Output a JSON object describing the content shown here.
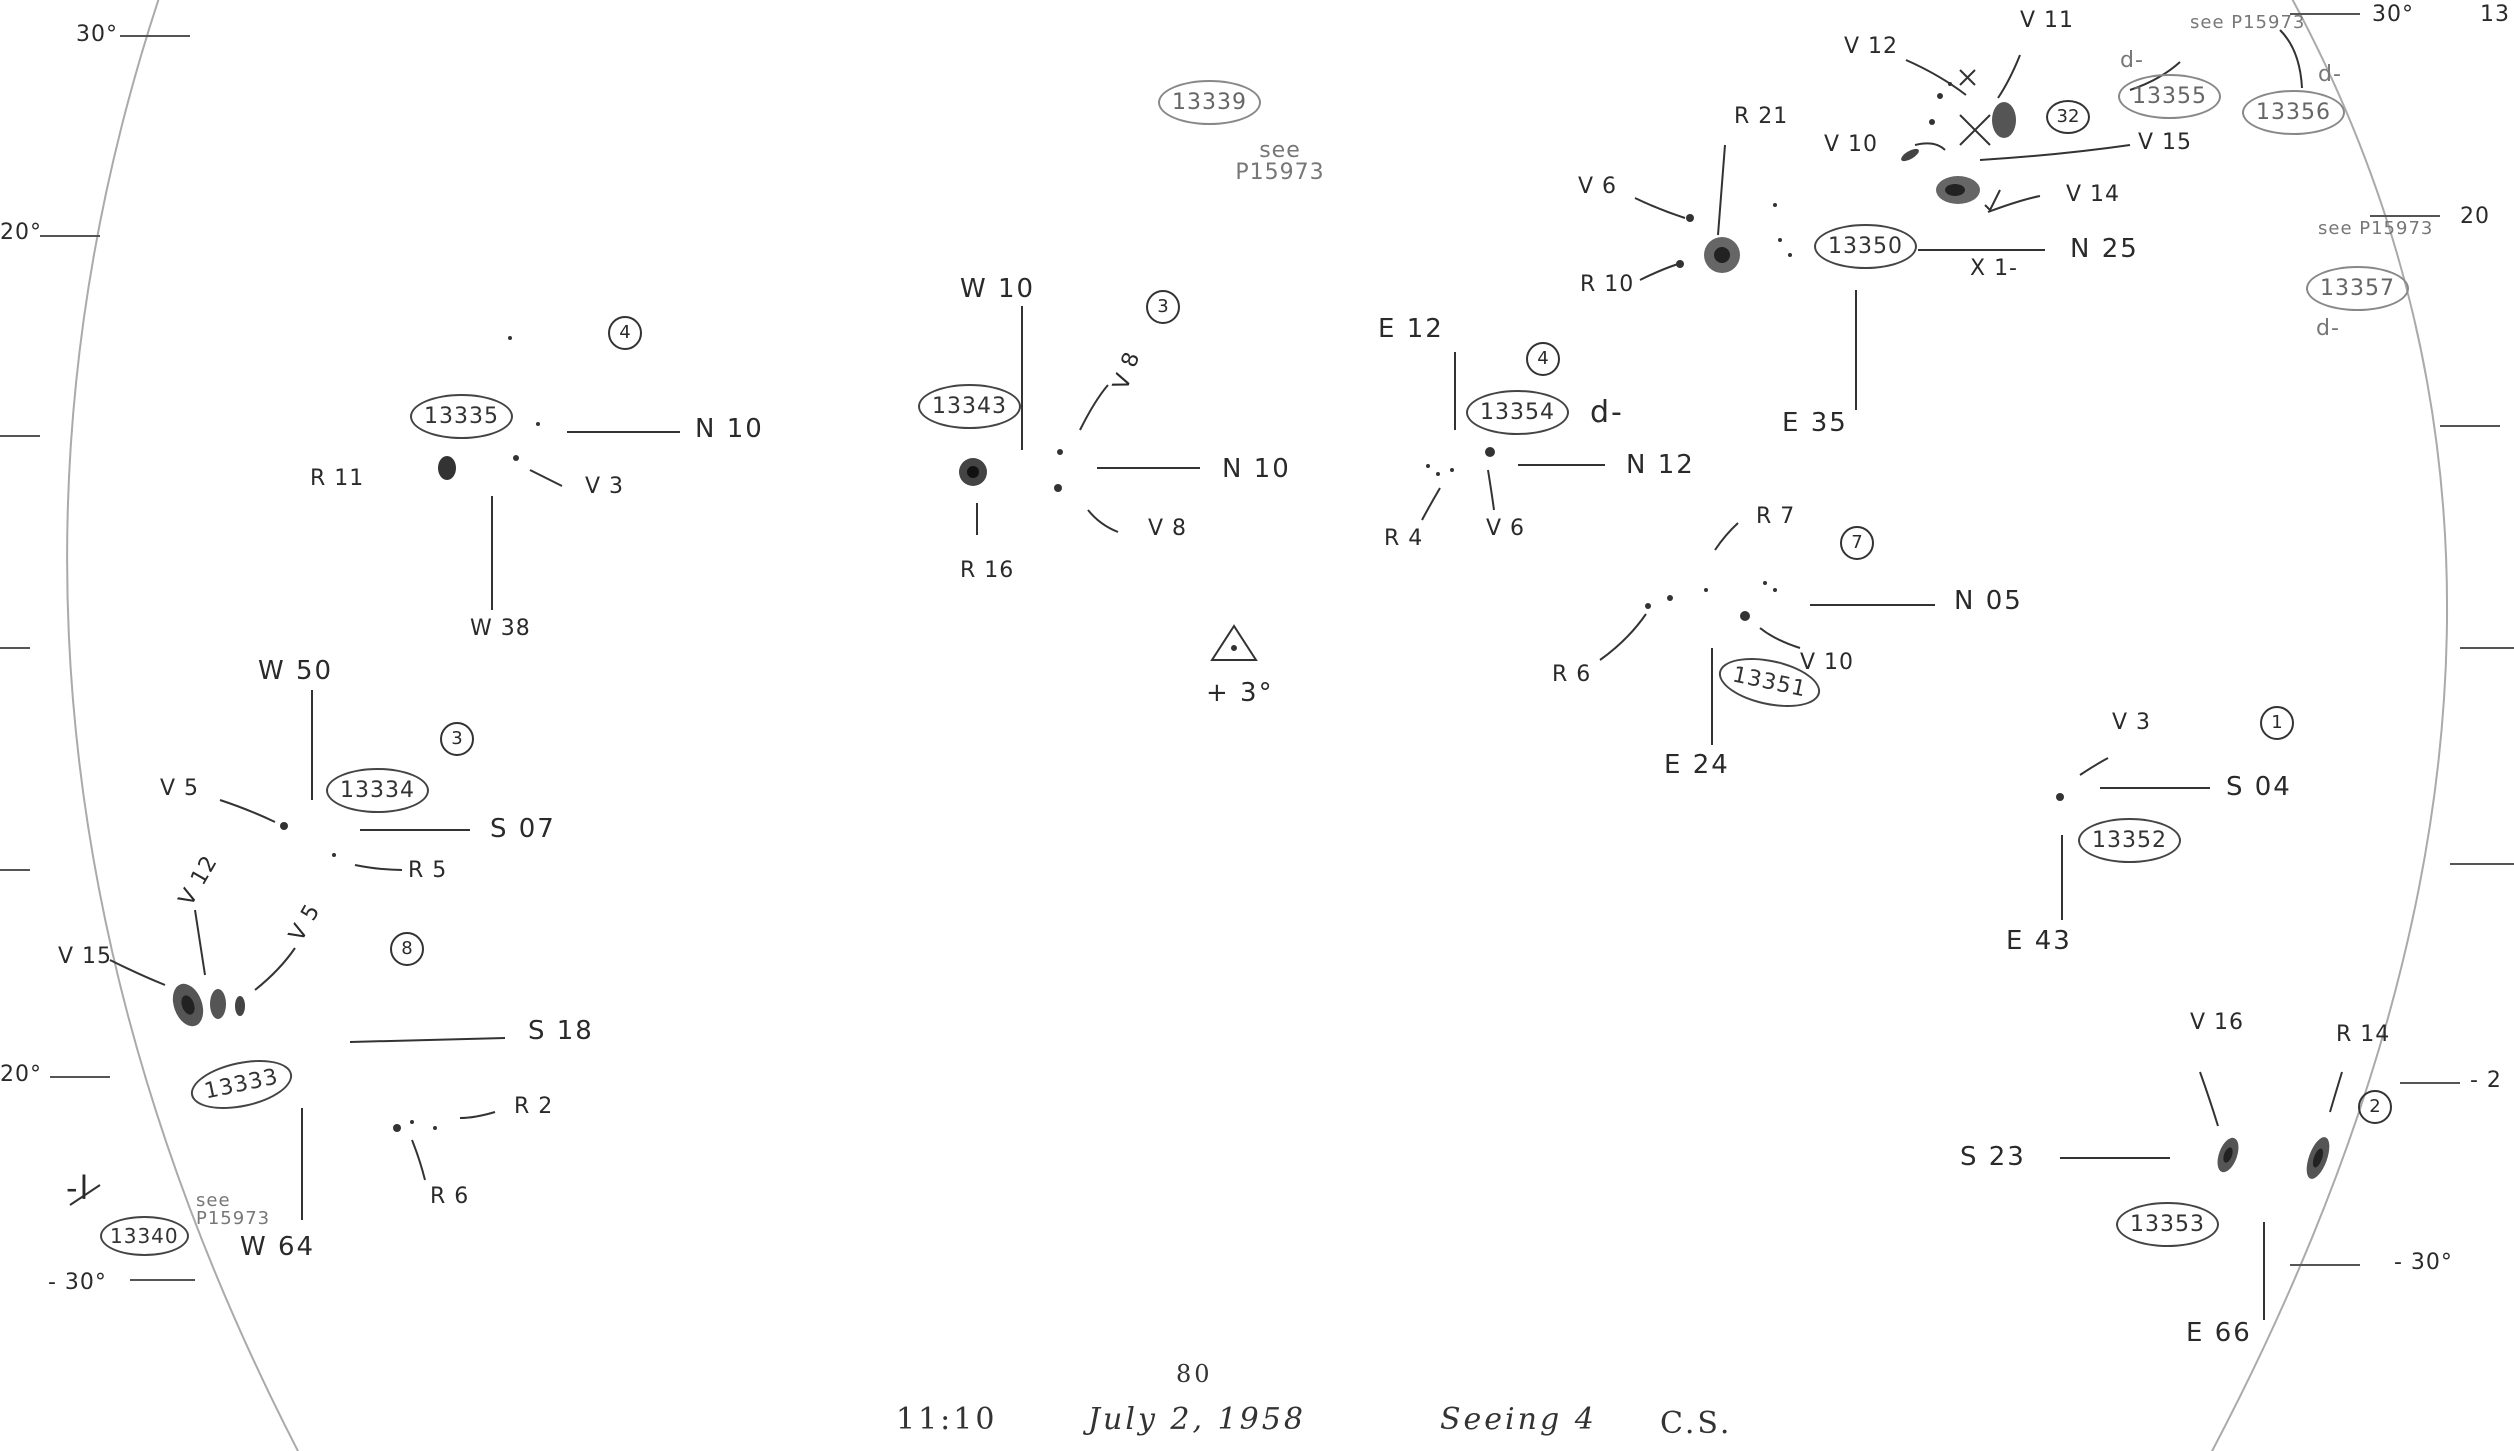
{
  "degree_marks": {
    "left_top": "30°",
    "left_mid": "20°",
    "left_low": "20°",
    "left_bottom": "- 30°",
    "right_top": "30°",
    "right_mid": "20",
    "right_low": "- 2",
    "right_bottom": "- 30°",
    "corner": "13"
  },
  "center_mark": "+ 3°",
  "footer": {
    "time": "11:10",
    "date": "July 2, 1958",
    "date_superscript": "80",
    "seeing": "Seeing 4",
    "observer": "C.S."
  },
  "groups": [
    {
      "id": "g13335",
      "region": "13335",
      "count": "4",
      "labels": {
        "n": "N 10",
        "w": "W 38",
        "l1": "R 11",
        "l2": "V 3"
      }
    },
    {
      "id": "g13343",
      "region": "13343",
      "count": "3",
      "labels": {
        "top": "W 10",
        "n": "N 10",
        "l1": "V 8",
        "l2": "V 8",
        "l3": "R 16"
      }
    },
    {
      "id": "g13354",
      "region": "13354",
      "count": "4",
      "note": "d-",
      "labels": {
        "top": "E 12",
        "n": "N 12",
        "l1": "R 4",
        "l2": "V 6"
      }
    },
    {
      "id": "g13350",
      "region": "13350",
      "count": "32",
      "labels": {
        "v12": "V 12",
        "v11": "V 11",
        "v10": "V 10",
        "v15": "V 15",
        "v14": "V 14",
        "r21": "R 21",
        "v6": "V 6",
        "r10": "R 10",
        "n": "N 25",
        "e": "E 35",
        "x1": "X 1-"
      }
    },
    {
      "id": "g13351",
      "region": "13351",
      "count": "7",
      "labels": {
        "r7": "R 7",
        "n": "N 05",
        "r6": "R 6",
        "v10": "V 10",
        "e": "E 24"
      }
    },
    {
      "id": "g13334",
      "region": "13334",
      "count": "3",
      "labels": {
        "top": "W 50",
        "v5": "V 5",
        "s": "S 07",
        "r5": "R 5"
      }
    },
    {
      "id": "g13333",
      "region": "13333",
      "count": "8",
      "labels": {
        "v12": "V 12",
        "v15": "V 15",
        "v5": "V 5",
        "s": "S 18",
        "r2": "R 2",
        "r6": "R 6",
        "w": "W 64"
      }
    },
    {
      "id": "g13352",
      "region": "13352",
      "count": "1",
      "labels": {
        "v3": "V 3",
        "s": "S 04",
        "e": "E 43"
      }
    },
    {
      "id": "g13353",
      "region": "13353",
      "count": "2",
      "labels": {
        "v16": "V 16",
        "r14": "R 14",
        "s": "S 23",
        "e": "E 66"
      }
    }
  ],
  "see_refs": [
    {
      "region": "13339",
      "note": "see P15973"
    },
    {
      "region": "13355",
      "note": "see P15973",
      "extra": "d-"
    },
    {
      "region": "13356",
      "note": "",
      "extra": "d-"
    },
    {
      "region": "13357",
      "note": "see P15973",
      "extra": "d-"
    },
    {
      "region": "13340",
      "note": "see P15973",
      "extra": "-l"
    }
  ]
}
